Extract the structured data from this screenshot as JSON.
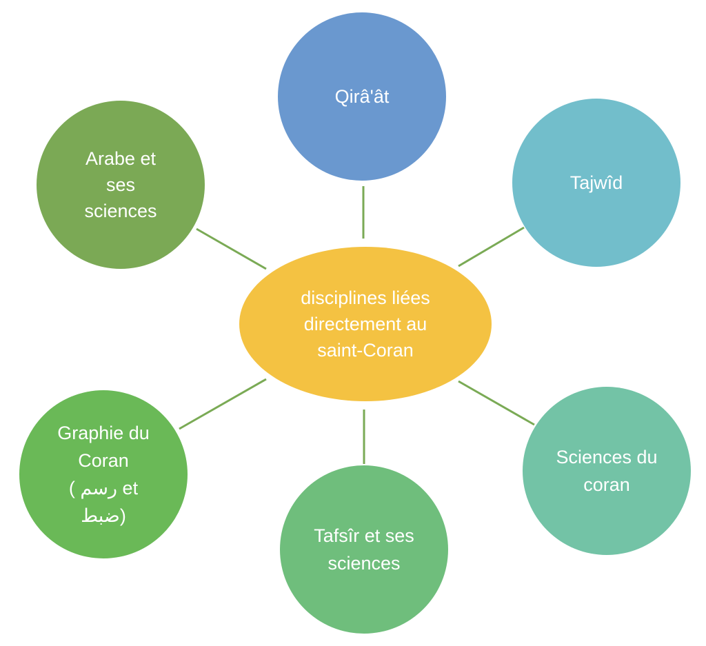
{
  "colors": {
    "connector": "#7AAA55",
    "center": "#F4C242",
    "qiraat": "#6A98CF",
    "tajwid": "#72BECB",
    "sciences_coran": "#73C3A6",
    "tafsir": "#6FBE7C",
    "graphie": "#6AB957",
    "arabe": "#7BA955"
  },
  "center": {
    "lines": [
      "disciplines liées",
      "directement au",
      "saint-Coran"
    ]
  },
  "nodes": {
    "qiraat": {
      "lines": [
        "Qirâ'ât"
      ]
    },
    "tajwid": {
      "lines": [
        "Tajwîd"
      ]
    },
    "sciences_coran": {
      "lines": [
        "Sciences du",
        "coran"
      ]
    },
    "tafsir": {
      "lines": [
        "Tafsîr et ses",
        "sciences"
      ]
    },
    "graphie": {
      "lines": [
        "Graphie du",
        "Coran",
        "( رسم et",
        "ضبط)"
      ]
    },
    "arabe": {
      "lines": [
        "Arabe et",
        "ses",
        "sciences"
      ]
    }
  }
}
